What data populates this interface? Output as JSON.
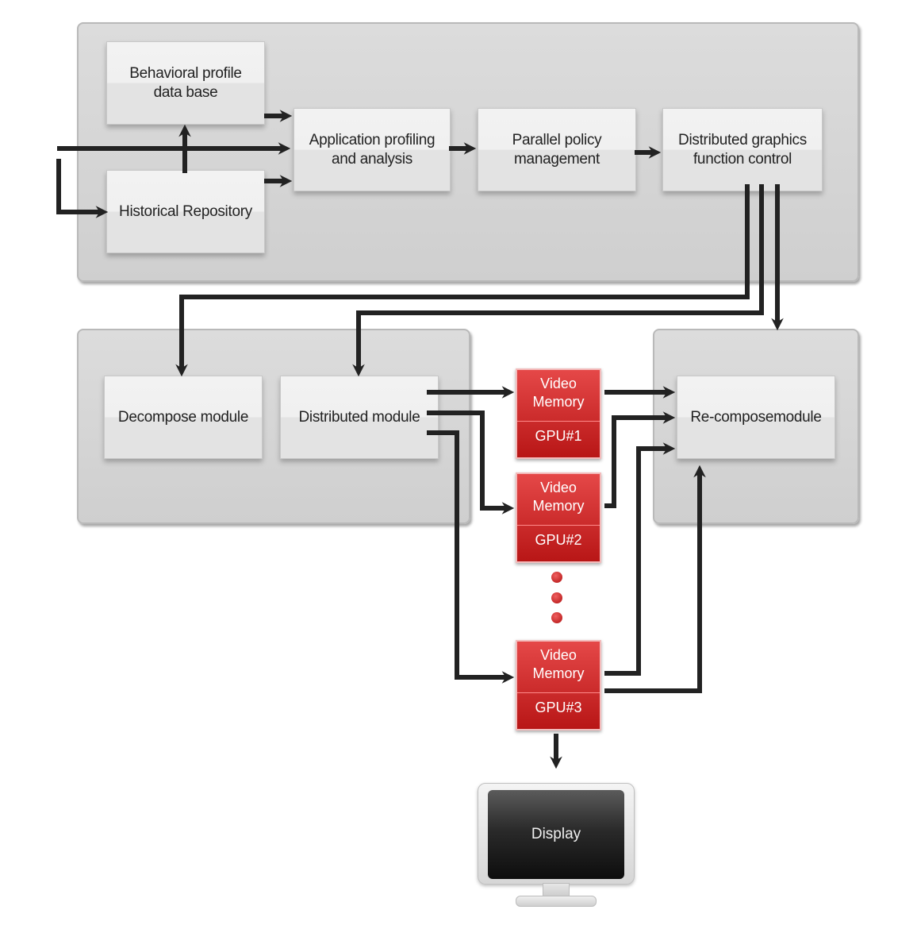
{
  "nodes": {
    "behavioral_db": "Behavioral profile\ndata base",
    "historical_repo": "Historical Repository",
    "app_profiling": "Application profiling\nand analysis",
    "parallel_policy": "Parallel policy\nmanagement",
    "distributed_control": "Distributed graphics\nfunction control",
    "decompose": "Decompose module",
    "distributed_module": "Distributed module",
    "recompose": "Re-composemodule",
    "display": "Display"
  },
  "gpus": [
    {
      "memory": "Video\nMemory",
      "id": "GPU#1"
    },
    {
      "memory": "Video\nMemory",
      "id": "GPU#2"
    },
    {
      "memory": "Video\nMemory",
      "id": "GPU#3"
    }
  ],
  "colors": {
    "gpu_red": "#c91f1f",
    "arrow": "#222222",
    "panel_gray": "#d6d6d6"
  }
}
